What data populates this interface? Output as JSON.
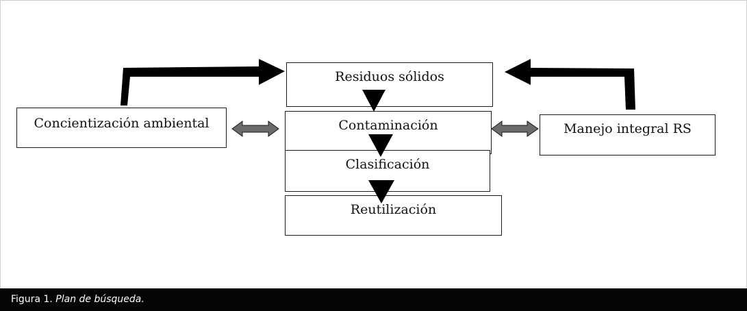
{
  "diagram": {
    "boxes": {
      "residuos": "Residuos sólidos",
      "contaminacion": "Contaminación",
      "clasificacion": "Clasificación",
      "reutilizacion": "Reutilización",
      "concientizacion": "Concientización ambiental",
      "manejo": "Manejo integral RS"
    },
    "colors": {
      "arrow": "#000000",
      "double_arrow": "#6b6b6b",
      "caption_bg": "#050505"
    }
  },
  "caption": {
    "label": "Figura 1.",
    "title": "Plan de búsqueda."
  }
}
